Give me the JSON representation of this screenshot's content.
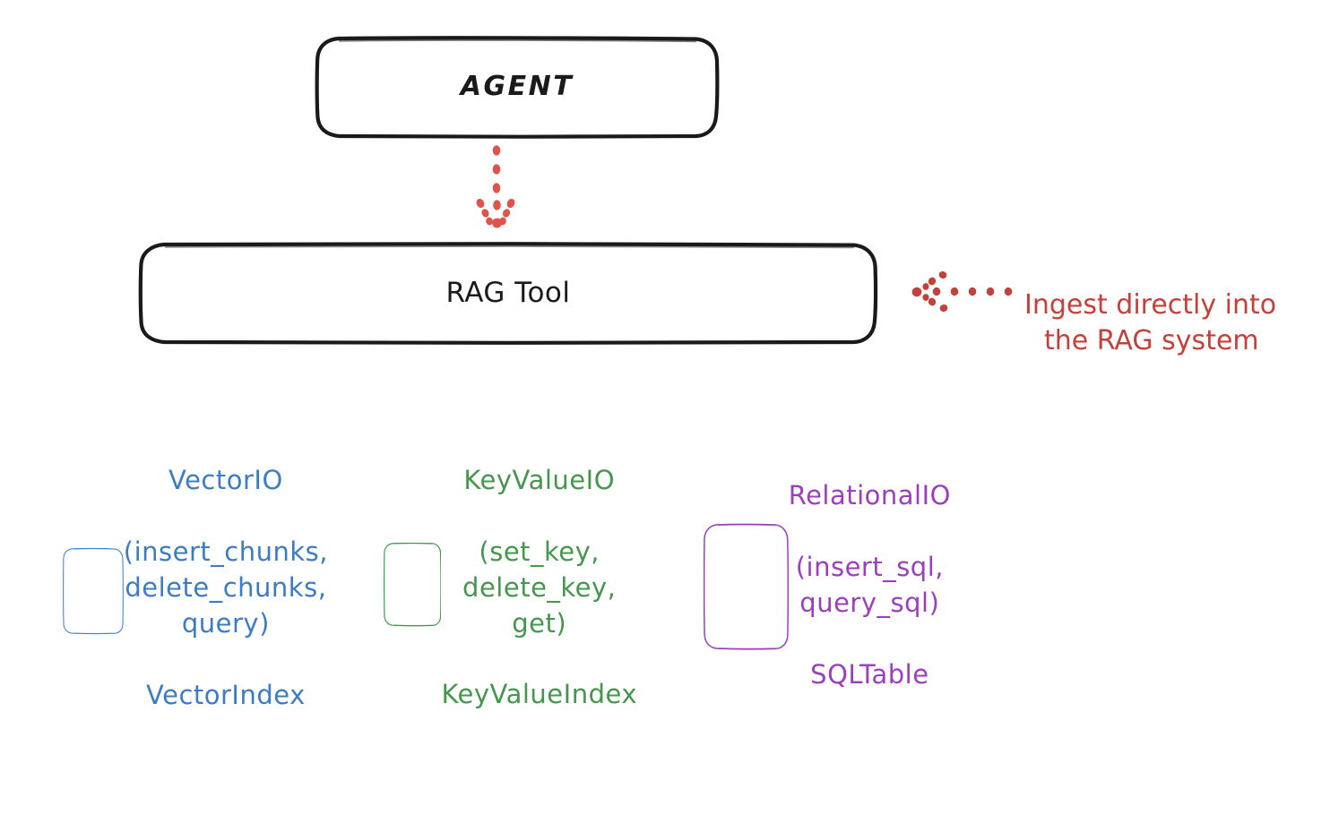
{
  "diagram": {
    "title_block": {
      "agent": "AGENT",
      "rag_tool": "RAG Tool"
    },
    "annotation": {
      "line1": "Ingest directly into",
      "line2": "the RAG system",
      "color": "#c4403a",
      "arrow_icon": "dotted-arrow-left-icon"
    },
    "flow_arrow": {
      "icon": "dotted-arrow-down-icon",
      "color": "#e0534b",
      "from": "AGENT",
      "to": "RAG Tool"
    },
    "providers": [
      {
        "id": "vector",
        "api": "VectorIO",
        "methods": "(insert_chunks,\ndelete_chunks,\nquery)",
        "resource": "VectorIndex",
        "color": "#3c7cc4"
      },
      {
        "id": "keyvalue",
        "api": "KeyValueIO",
        "methods": "(set_key,\ndelete_key, get)",
        "resource": "KeyValueIndex",
        "color": "#44974d"
      },
      {
        "id": "relational",
        "api": "RelationalIO",
        "methods": "(insert_sql,\nquery_sql)",
        "resource": "SQLTable",
        "color": "#9c3fbe"
      }
    ],
    "colors": {
      "stroke_black": "#1a1a1a",
      "background": "#ffffff"
    }
  }
}
